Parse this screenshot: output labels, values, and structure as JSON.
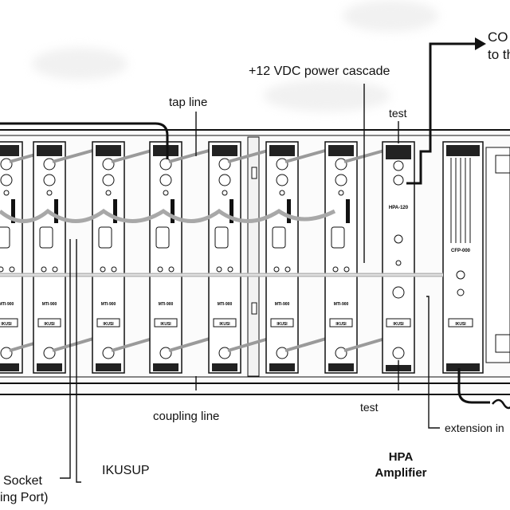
{
  "labels": {
    "co": "CO",
    "to_the": "to th",
    "power_cascade": "+12 VDC power cascade",
    "tap_line": "tap line",
    "test_top": "test",
    "coupling_line": "coupling line",
    "test_bottom": "test",
    "extension": "extension in",
    "socket_line1": "Socket",
    "socket_line2": "ing Port)",
    "ikusup": "IKUSUP",
    "hpa_line1": "HPA",
    "hpa_line2": "Amplifier"
  },
  "modules": {
    "mti": {
      "name": "MTI-900",
      "brand": "IKUSI"
    },
    "hpa": {
      "name": "HPA-120",
      "brand": "IKUSI"
    },
    "cfp": {
      "name": "CFP-000",
      "brand": "IKUSI"
    }
  },
  "colors": {
    "line": "#111111",
    "panel": "#fafafa",
    "module": "#ffffff",
    "cable": "#9a9a9a"
  }
}
